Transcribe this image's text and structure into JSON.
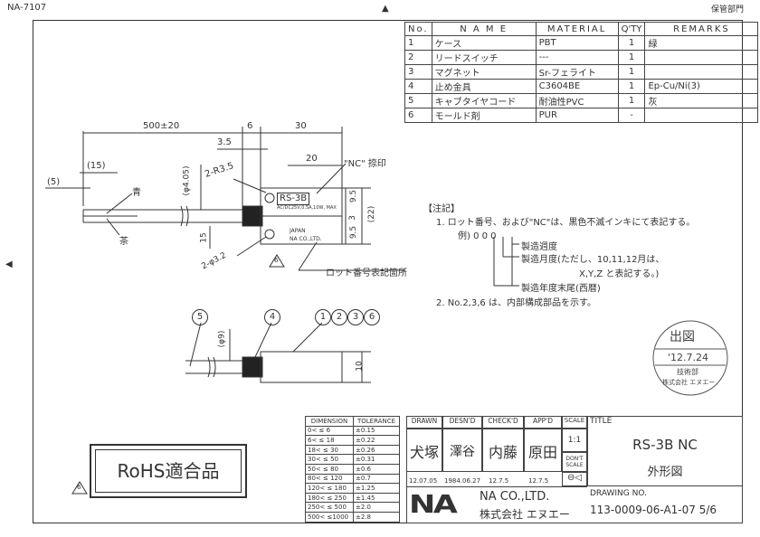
{
  "header": {
    "doc_code": "NA-7107",
    "storage_dept": "保管部門"
  },
  "parts_table": {
    "columns": [
      "No.",
      "N A M E",
      "MATERIAL",
      "Q'TY",
      "REMARKS"
    ],
    "rows": [
      {
        "no": "1",
        "name": "ケース",
        "material": "PBT",
        "qty": "1",
        "remarks": "緑"
      },
      {
        "no": "2",
        "name": "リードスイッチ",
        "material": "---",
        "qty": "1",
        "remarks": ""
      },
      {
        "no": "3",
        "name": "マグネット",
        "material": "Sr-フェライト",
        "qty": "1",
        "remarks": ""
      },
      {
        "no": "4",
        "name": "止め金具",
        "material": "C3604BE",
        "qty": "1",
        "remarks": "Ep-Cu/Ni(3)"
      },
      {
        "no": "5",
        "name": "キャブタイヤコード",
        "material": "耐油性PVC",
        "qty": "1",
        "remarks": "灰"
      },
      {
        "no": "6",
        "name": "モールド剤",
        "material": "PUR",
        "qty": "-",
        "remarks": ""
      }
    ]
  },
  "dimensions": {
    "d500": "500±20",
    "d6": "6",
    "d30": "30",
    "d35": "3.5",
    "d20": "20",
    "d15p": "(15)",
    "d5p": "(5)",
    "phi405": "(φ4.05)",
    "r35": "2-R3.5",
    "d15": "15",
    "phi32": "2-φ3.2",
    "d95a": "9.5",
    "d3": "3",
    "d95b": "9.5",
    "d22": "(22)",
    "phi9": "(φ9)",
    "d10": "10"
  },
  "labels": {
    "wire_blue": "青",
    "wire_brown": "茶",
    "nc_mark": "\"NC\" 捺印",
    "lot_location": "ロット番号表記箇所",
    "case_print1": "RS-3B",
    "case_print2": "AC/DC25V,0.5A,10W, MAX",
    "case_print3": "JAPAN",
    "case_print4": "NA CO.,LTD.",
    "rev_mark": "6",
    "balloon5": "5",
    "balloon4": "4",
    "balloon1": "1",
    "balloon2": "2",
    "balloon3": "3",
    "balloon6": "6"
  },
  "notes": {
    "heading": "【注記】",
    "n1": "1. ロット番号、および\"NC\"は、黒色不滅インキにて表記する。",
    "example": "例) 0 0 0",
    "l1": "製造週度",
    "l2": "製造月度(ただし、10,11,12月は、",
    "l3": "X,Y,Z と表記する。)",
    "l4": "製造年度末尾(西暦)",
    "n2": "2. No.2,3,6 は、内部構成部品を示す。"
  },
  "stamp": {
    "top": "出図",
    "date": "'12.7.24",
    "dept": "技術部",
    "company": "株式会社 エヌエー"
  },
  "rohs": {
    "label": "RoHS適合品",
    "rev_mark": "6"
  },
  "tolerance": {
    "headers": [
      "DIMENSION",
      "TOLERANCE"
    ],
    "rows": [
      [
        "0< ≤ 6",
        "±0.15"
      ],
      [
        "6< ≤ 18",
        "±0.22"
      ],
      [
        "18< ≤ 30",
        "±0.26"
      ],
      [
        "30< ≤ 50",
        "±0.31"
      ],
      [
        "50< ≤ 80",
        "±0.6"
      ],
      [
        "80< ≤ 120",
        "±0.7"
      ],
      [
        "120< ≤ 180",
        "±1.25"
      ],
      [
        "180< ≤ 250",
        "±1.45"
      ],
      [
        "250< ≤ 500",
        "±2.0"
      ],
      [
        "500< ≤1000",
        "±2.8"
      ]
    ]
  },
  "title_block": {
    "drawn_h": "DRAWN",
    "desnd_h": "DESN'D",
    "checkd_h": "CHECK'D",
    "appd_h": "APP'D",
    "scale_h": "SCALE",
    "drawn_sig": "犬塚",
    "desnd_sig": "澤谷",
    "checkd_sig": "内藤",
    "appd_sig": "原田",
    "drawn_date": "12.07.05",
    "desnd_date": "1984.06.27",
    "checkd_date": "12.7.5",
    "appd_date": "12.7.5",
    "scale": "1:1",
    "dont_scale": "DON'T SCALE",
    "company_logo": "NA",
    "company_en": "NA CO.,LTD.",
    "company_jp": "株式会社 エヌエー",
    "title_h": "TITLE",
    "title": "RS-3B NC",
    "subtitle": "外形図",
    "drawing_no_h": "DRAWING NO.",
    "drawing_no": "113-0009-06-A1-07 5/6"
  }
}
